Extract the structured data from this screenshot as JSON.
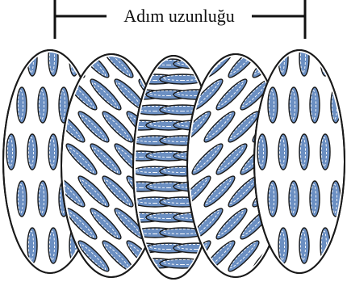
{
  "pitch": {
    "label": "Adım uzunluğu"
  },
  "colors": {
    "molecule_fill": "#6b8fc2",
    "outline": "#1a1a1a",
    "layer_fill": "#ffffff",
    "highlight": "#ffffff"
  },
  "layers": [
    {
      "name": "layer-1",
      "molecule_tilt_deg": 0
    },
    {
      "name": "layer-2",
      "molecule_tilt_deg": -45
    },
    {
      "name": "layer-3",
      "molecule_tilt_deg": 90
    },
    {
      "name": "layer-4",
      "molecule_tilt_deg": 45
    },
    {
      "name": "layer-5",
      "molecule_tilt_deg": 0
    }
  ]
}
